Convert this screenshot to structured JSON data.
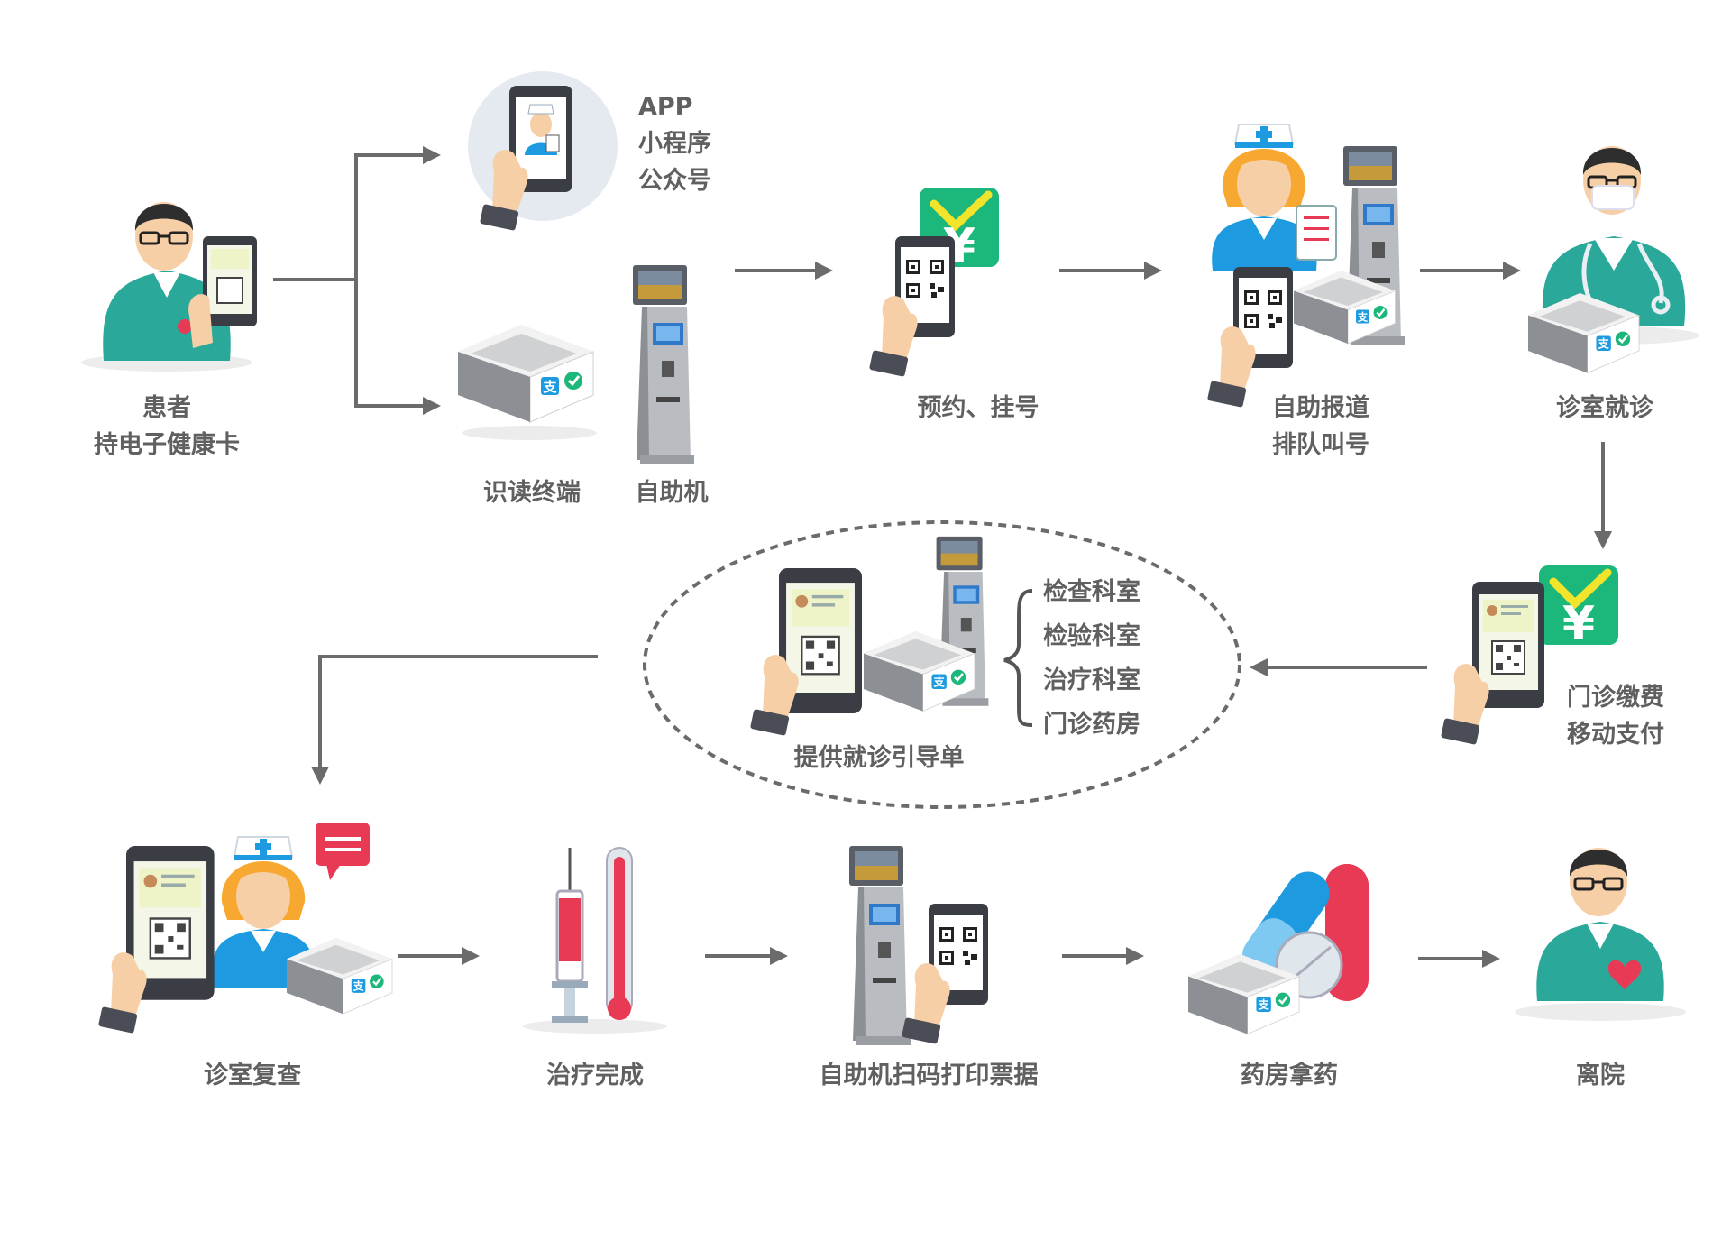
{
  "colors": {
    "arrow": "#6b6b6b",
    "label": "#606060",
    "teal": "#2aa89a",
    "green": "#1cb77a",
    "skin": "#f6cfa6",
    "hair_dark": "#2e2e2e",
    "nurse_hair": "#f7a830",
    "phone": "#3a3d44",
    "terminal": "#8c8f94",
    "red": "#e83a55",
    "blue": "#1e9be0"
  },
  "labels": {
    "patient": [
      "患者",
      "持电子健康卡"
    ],
    "channels": [
      "APP",
      "小程序",
      "公众号"
    ],
    "reader": "识读终端",
    "kiosk": "自助机",
    "register": "预约、挂号",
    "checkin": [
      "自助报道",
      "排队叫号"
    ],
    "consult": "诊室就诊",
    "payment": [
      "门诊缴费",
      "移动支付"
    ],
    "departments": [
      "检查科室",
      "检验科室",
      "治疗科室",
      "门诊药房"
    ],
    "guide": "提供就诊引导单",
    "recheck": "诊室复查",
    "treatment_done": "治疗完成",
    "print_receipt": "自助机扫码打印票据",
    "pharmacy": "药房拿药",
    "leave": "离院"
  },
  "icons": {
    "patient": "patient-with-phone-icon",
    "app": "phone-app-icon",
    "reader": "card-reader-terminal-icon",
    "kiosk": "self-service-kiosk-icon",
    "register": "qr-phone-yuan-icon",
    "checkin": "nurse-kiosk-icon",
    "consult": "doctor-reader-icon",
    "payment": "phone-yuan-payment-icon",
    "guide": "phone-kiosk-reader-icon",
    "recheck": "nurse-phone-reader-icon",
    "treatment": "syringe-thermometer-icon",
    "print": "kiosk-qr-phone-icon",
    "pharmacy": "pills-reader-icon",
    "leave": "patient-heart-icon"
  }
}
